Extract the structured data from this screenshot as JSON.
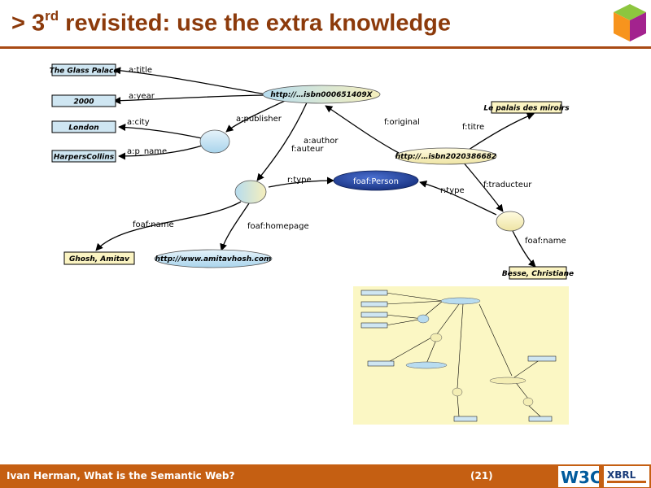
{
  "slide": {
    "title_prefix": "> 3",
    "title_sup": "rd",
    "title_rest": " revisited: use the extra knowledge",
    "footer_left": "Ivan Herman, What is the Semantic Web?",
    "page_number": "(21)",
    "w3c_logo_text": "W3C",
    "xbrl_logo_text": "XBRL"
  },
  "diagram": {
    "literals": {
      "glass_palace": "The Glass Palace",
      "year": "2000",
      "city": "London",
      "publisher_name": "HarpersCollins",
      "author_name": "Ghosh, Amitav",
      "translation_title": "Le palais des miroirs",
      "translator_name": "Besse, Christiane"
    },
    "resources": {
      "original_book": "http://…isbn000651409X",
      "translation_book": "http://…isbn2020386682",
      "homepage": "http://www.amitavhosh.com",
      "foaf_person": "foaf:Person"
    },
    "edges": {
      "a_title": "a:title",
      "a_year": "a:year",
      "a_city": "a:city",
      "a_p_name": "a:p_name",
      "a_publisher": "a:publisher",
      "a_author": "a:author",
      "f_auteur": "f:auteur",
      "f_original": "f:original",
      "f_titre": "f:titre",
      "r_type_1": "r:type",
      "r_type_2": "r:type",
      "f_traducteur": "f:traducteur",
      "foaf_name_1": "foaf:name",
      "foaf_name_2": "foaf:name",
      "foaf_homepage": "foaf:homepage"
    },
    "colors": {
      "literal_fill": "#cfe6f2",
      "literal_fill_yellow": "#fbf4c2",
      "resource_fill": "#f7f1c0",
      "person_fill": "#1f3f9a",
      "blank_node_blue": "#b8dcf0",
      "blank_node_yellow": "#f4eeb4"
    }
  }
}
